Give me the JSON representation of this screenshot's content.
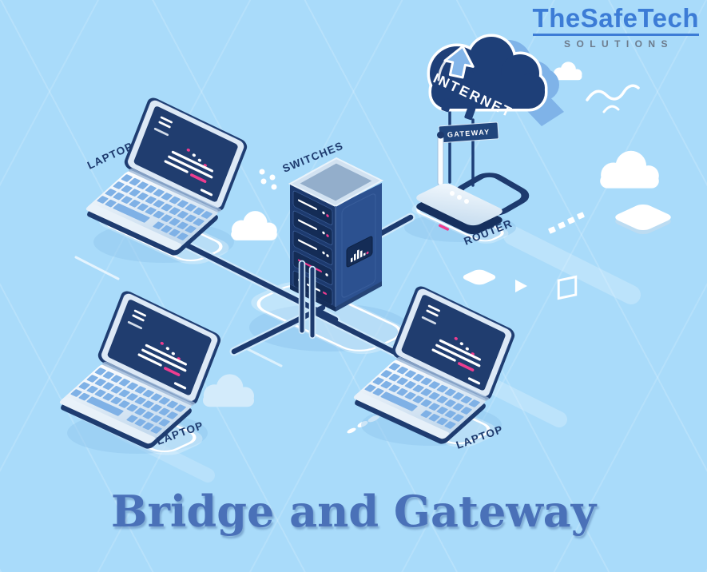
{
  "logo": {
    "brand": "TheSafeTech",
    "tagline": "SOLUTIONS"
  },
  "title": {
    "text": "Bridge and Gateway"
  },
  "diagram": {
    "internet_cloud": {
      "label": "INTERNET"
    },
    "gateway": {
      "label": "GATEWAY"
    },
    "router": {
      "label": "ROUTER"
    },
    "switches": {
      "label": "SWITCHES"
    },
    "laptops": [
      {
        "label": "LAPTOP"
      },
      {
        "label": "LAPTOP"
      },
      {
        "label": "LAPTOP"
      }
    ]
  },
  "icons": [
    "internet-cloud-icon",
    "up-arrow-icon",
    "antenna-icon",
    "bar-chart-icon",
    "cloud-icon",
    "iso-tile-icon",
    "diamond-outline-icon",
    "squiggle-icon",
    "dots-trail-icon"
  ],
  "colors": {
    "background": "#a9dbfa",
    "navy": "#1d3a6e",
    "cloud_navy": "#1e3f78",
    "mid_blue": "#7fb3e8",
    "pink": "#ee3d8f",
    "title_blue": "#4a71b8",
    "brand_blue": "#3c7cd6",
    "tagline_gray": "#6d7b8c"
  }
}
